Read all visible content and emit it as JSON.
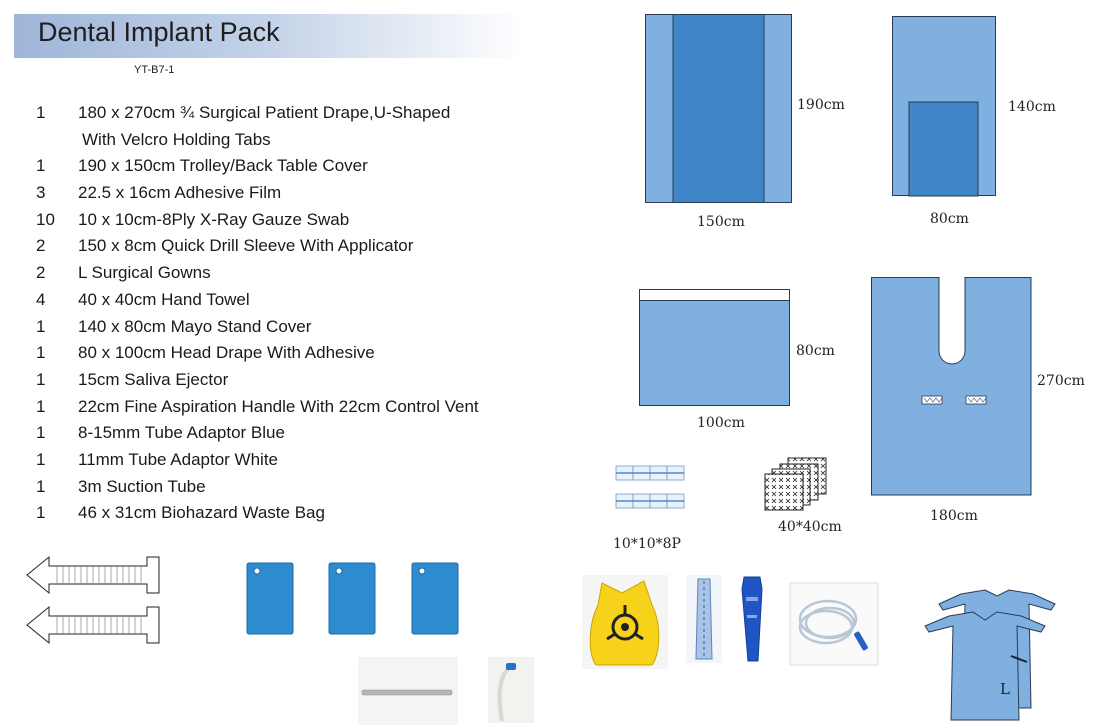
{
  "title": "Dental Implant Pack",
  "code": "YT-B7-1",
  "items": [
    {
      "qty": "1",
      "desc": "180 x 270cm ¾ Surgical Patient Drape,U-Shaped"
    },
    {
      "qty": "",
      "desc": "With Velcro Holding Tabs"
    },
    {
      "qty": "1",
      "desc": "190 x 150cm Trolley/Back Table Cover"
    },
    {
      "qty": "3",
      "desc": "22.5 x 16cm Adhesive Film"
    },
    {
      "qty": "10",
      "desc": "10 x 10cm-8Ply X-Ray Gauze Swab"
    },
    {
      "qty": "2",
      "desc": "150 x 8cm Quick Drill Sleeve With Applicator"
    },
    {
      "qty": "2",
      "desc": "L Surgical Gowns"
    },
    {
      "qty": "4",
      "desc": "40 x 40cm Hand Towel"
    },
    {
      "qty": "1",
      "desc": "140 x 80cm Mayo Stand Cover"
    },
    {
      "qty": "1",
      "desc": "80 x 100cm Head Drape With Adhesive"
    },
    {
      "qty": "1",
      "desc": "15cm Saliva Ejector"
    },
    {
      "qty": "1",
      "desc": "22cm Fine Aspiration Handle With 22cm Control Vent"
    },
    {
      "qty": "1",
      "desc": "8-15mm Tube Adaptor Blue"
    },
    {
      "qty": "1",
      "desc": "11mm Tube Adaptor White"
    },
    {
      "qty": "1",
      "desc": "3m Suction Tube"
    },
    {
      "qty": "1",
      "desc": "46 x 31cm Biohazard Waste Bag"
    }
  ],
  "labels": {
    "table_cover_h": "190cm",
    "table_cover_w": "150cm",
    "mayo_h": "140cm",
    "mayo_w": "80cm",
    "head_h": "80cm",
    "head_w": "100cm",
    "udrape_h": "270cm",
    "udrape_w": "180cm",
    "gauze": "10*10*8P",
    "towel": "40*40cm",
    "gown_size": "L"
  },
  "colors": {
    "drape_light": "#7fb0e0",
    "drape_dark": "#3f85c8",
    "drape_border": "#2a3a55",
    "bag_yellow": "#f6d21a"
  }
}
